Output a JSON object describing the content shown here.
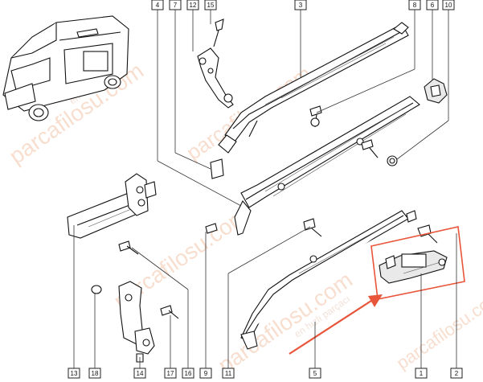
{
  "diagram": {
    "callouts_top": [
      "4",
      "7",
      "12",
      "15",
      "3",
      "8",
      "6",
      "10"
    ],
    "callouts_bottom": [
      "13",
      "18",
      "14",
      "17",
      "16",
      "9",
      "11",
      "5",
      "1",
      "2"
    ]
  },
  "watermarks": {
    "brand": "parcafilosu.com",
    "tagline": "en hızlı parçacı"
  },
  "colors": {
    "highlight": "#e8553a",
    "line": "#111111",
    "watermark": "#f2c4a8"
  }
}
